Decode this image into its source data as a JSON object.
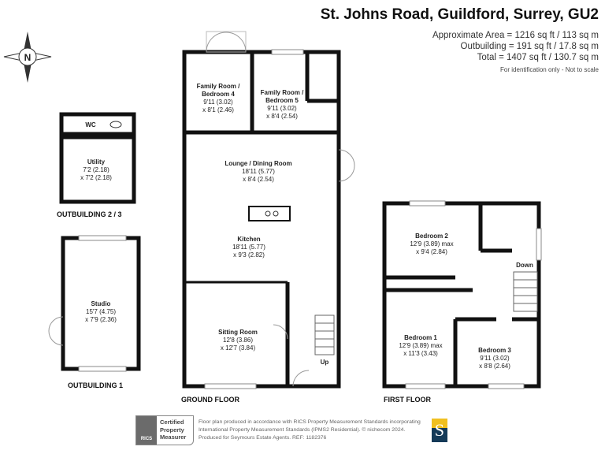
{
  "header": {
    "title": "St. Johns Road, Guildford, Surrey, GU2",
    "areas": [
      "Approximate Area = 1216 sq ft / 113 sq m",
      "Outbuilding = 191 sq ft / 17.8 sq m",
      "Total = 1407 sq ft / 130.7 sq m"
    ],
    "note": "For identification only - Not to scale"
  },
  "compass": {
    "label": "N"
  },
  "ground_floor": {
    "label": "GROUND FLOOR",
    "rooms": [
      {
        "name": "Family Room /",
        "name2": "Bedroom 4",
        "dim1": "9'11 (3.02)",
        "dim2": "x 8'1 (2.46)"
      },
      {
        "name": "Family Room /",
        "name2": "Bedroom 5",
        "dim1": "9'11 (3.02)",
        "dim2": "x 8'4 (2.54)"
      },
      {
        "name": "Lounge / Dining Room",
        "dim1": "18'11 (5.77)",
        "dim2": "x 8'4 (2.54)"
      },
      {
        "name": "Kitchen",
        "dim1": "18'11 (5.77)",
        "dim2": "x 9'3 (2.82)"
      },
      {
        "name": "Sitting Room",
        "dim1": "12'8 (3.86)",
        "dim2": "x 12'7 (3.84)"
      }
    ],
    "stairs": "Up"
  },
  "first_floor": {
    "label": "FIRST FLOOR",
    "rooms": [
      {
        "name": "Bedroom 2",
        "dim1": "12'9 (3.89) max",
        "dim2": "x 9'4 (2.84)"
      },
      {
        "name": "Bedroom 1",
        "dim1": "12'9 (3.89) max",
        "dim2": "x 11'3 (3.43)"
      },
      {
        "name": "Bedroom 3",
        "dim1": "9'11 (3.02)",
        "dim2": "x 8'8 (2.64)"
      }
    ],
    "stairs": "Down"
  },
  "outbuilding_23": {
    "label": "OUTBUILDING 2 / 3",
    "rooms": [
      {
        "name": "WC"
      },
      {
        "name": "Utility",
        "dim1": "7'2 (2.18)",
        "dim2": "x 7'2 (2.18)"
      }
    ]
  },
  "outbuilding_1": {
    "label": "OUTBUILDING 1",
    "rooms": [
      {
        "name": "Studio",
        "dim1": "15'7 (4.75)",
        "dim2": "x 7'9 (2.36)"
      }
    ]
  },
  "footer": {
    "rics_short": "RICS",
    "rics_badge": [
      "Certified",
      "Property",
      "Measurer"
    ],
    "disclaimer": [
      "Floor plan produced in accordance with RICS Property Measurement Standards incorporating",
      "International Property Measurement Standards (IPMS2 Residential).  © nichecom 2024.",
      "Produced for Seymours Estate Agents.   REF:  1182376"
    ],
    "agent_logo": "S",
    "colors": {
      "logo_yellow": "#f0c020",
      "logo_navy": "#143a58"
    }
  }
}
